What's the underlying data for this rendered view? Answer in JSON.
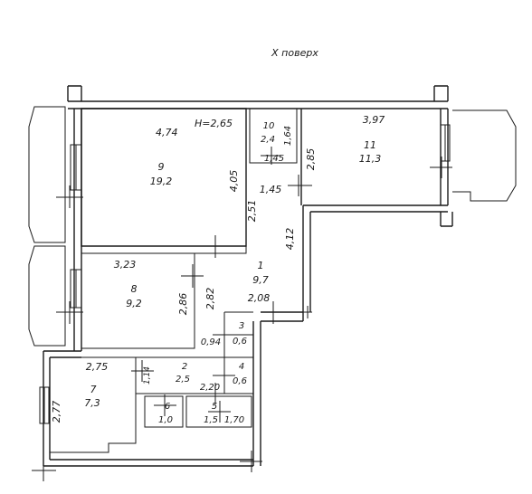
{
  "title": "X поверх",
  "height_label": "H=2,65",
  "rooms": [
    {
      "id": "r9",
      "number": "9",
      "area": "19,2",
      "dims": [
        "4,74",
        "4,05"
      ]
    },
    {
      "id": "r10",
      "number": "10",
      "area": "2,4",
      "dims": [
        "1,64",
        "1,45"
      ]
    },
    {
      "id": "r11",
      "number": "11",
      "area": "11,3",
      "dims": [
        "3,97",
        "2,85"
      ]
    },
    {
      "id": "r8",
      "number": "8",
      "area": "9,2",
      "dims": [
        "3,23",
        "2,86"
      ]
    },
    {
      "id": "r1",
      "number": "1",
      "area": "9,7",
      "dims": [
        "2,51",
        "4,12",
        "1,45",
        "2,82",
        "2,08"
      ]
    },
    {
      "id": "r3",
      "number": "3",
      "area": "0,6",
      "dims": [
        "0,94"
      ]
    },
    {
      "id": "r4",
      "number": "4",
      "area": "0,6",
      "dims": []
    },
    {
      "id": "r2",
      "number": "2",
      "area": "2,5",
      "dims": [
        "1,14",
        "2,20"
      ]
    },
    {
      "id": "r7",
      "number": "7",
      "area": "7,3",
      "dims": [
        "2,75",
        "2,77"
      ]
    },
    {
      "id": "r6",
      "number": "6",
      "area": "1,0",
      "dims": []
    },
    {
      "id": "r5",
      "number": "5",
      "area": "1,5",
      "dims": [
        "1,70"
      ]
    }
  ]
}
